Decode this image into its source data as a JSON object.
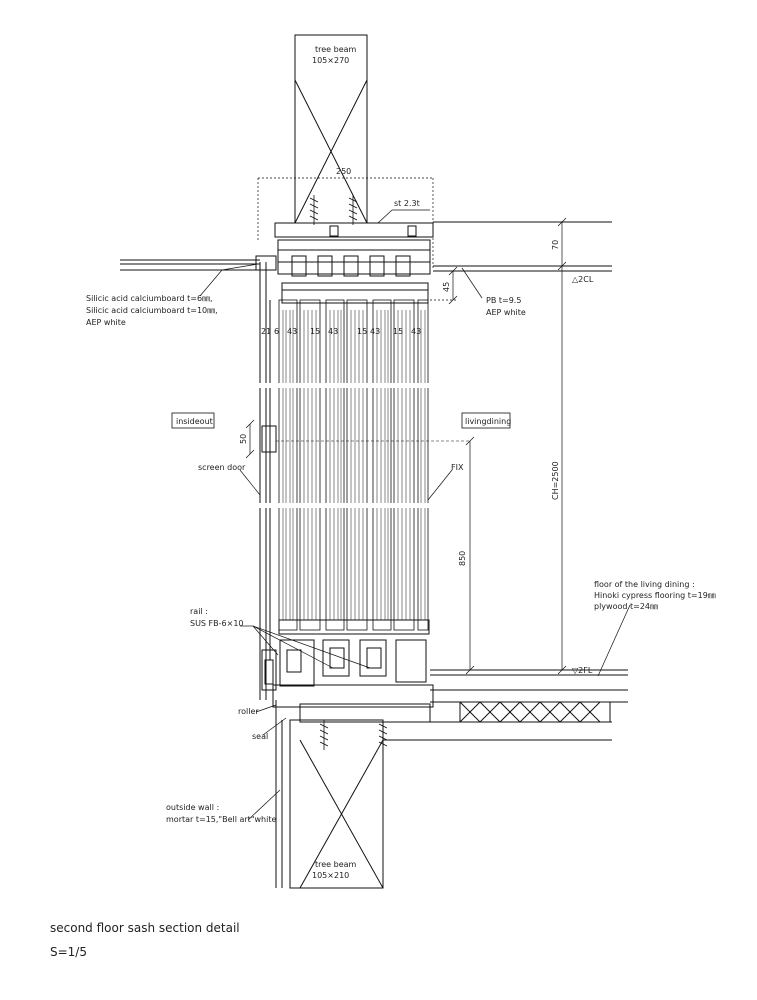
{
  "labels": {
    "beam_top_1": "tree beam",
    "beam_top_2": "105×270",
    "beam_bottom_1": "tree beam",
    "beam_bottom_2": "105×210",
    "st": "st 2.3t",
    "ceiling_board_1": "Silicic acid calciumboard t=6㎜,",
    "ceiling_board_2": "Silicic acid calciumboard t=10㎜,",
    "ceiling_board_3": "AEP white",
    "pb_1": "PB t=9.5",
    "pb_2": "AEP white",
    "cl": "△2CL",
    "fl": "▽2FL",
    "inside_out": "insideout",
    "living_dining": "livingdining",
    "screen_door": "screen door",
    "fix": "FIX",
    "rail_1": "rail :",
    "rail_2": "SUS FB-6×10",
    "roller": "roller",
    "seal": "seal",
    "floor_1": "floor of the living dining :",
    "floor_2": "Hinoki cypress flooring t=19㎜",
    "floor_3": "plywood t=24㎜",
    "outside_wall_1": "outside wall :",
    "outside_wall_2": "mortar t=15,\"Bell art\"white"
  },
  "dimensions": {
    "width_250": "250",
    "d70": "70",
    "d45": "45",
    "d50": "50",
    "d850": "850",
    "ch": "CH=2500",
    "row": [
      "21",
      "6",
      "43",
      "15",
      "43",
      "15",
      "43",
      "15",
      "43"
    ]
  },
  "caption": {
    "title": "second floor sash section detail",
    "scale": "S=1/5"
  }
}
